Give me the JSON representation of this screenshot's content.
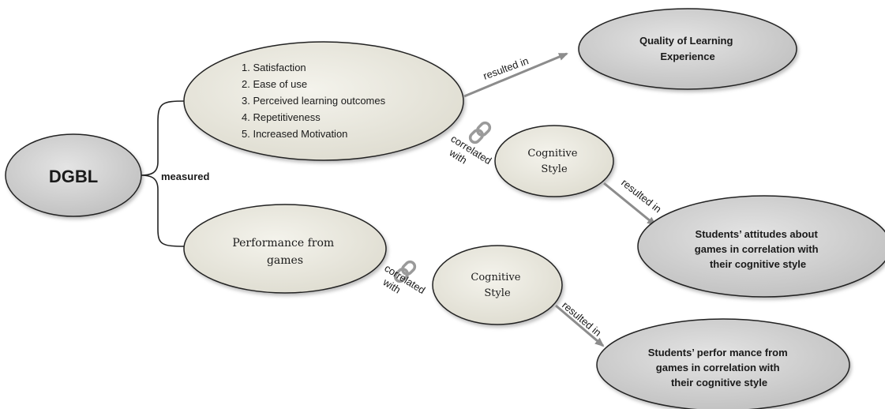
{
  "nodes": {
    "dgbl": {
      "label": "DGBL"
    },
    "measures": {
      "items": [
        "1. Satisfaction",
        "2. Ease of use",
        "3. Perceived learning outcomes",
        "4. Repetitiveness",
        "5. Increased Motivation"
      ]
    },
    "quality": {
      "line1": "Quality of Learning",
      "line2": "Experience"
    },
    "cognitive_top": {
      "line1": "Cognitive",
      "line2": "Style"
    },
    "attitudes": {
      "line1": "Students’ attitudes about",
      "line2": "games in correlation with",
      "line3": "their cognitive style"
    },
    "performance": {
      "line1": "Performance from",
      "line2": "games"
    },
    "cognitive_bottom": {
      "line1": "Cognitive",
      "line2": "Style"
    },
    "performance_result": {
      "line1": "Students’ perfor mance from",
      "line2": "games in correlation with",
      "line3": "their cognitive style"
    }
  },
  "edges": {
    "measured": "measured",
    "resulted_in_quality": "resulted in",
    "correlated_top": {
      "line1": "correlated",
      "line2": "with"
    },
    "resulted_in_attitudes": "resulted in",
    "correlated_bottom": {
      "line1": "correlated",
      "line2": "with"
    },
    "resulted_in_performance": "resulted in"
  },
  "icons": {
    "link": "chain-link-icon"
  },
  "colors": {
    "ellipse_light_fill": "#ecebe2",
    "ellipse_grey_fill": "#d6d6d6",
    "stroke": "#222222",
    "arrow": "#8c8c8c",
    "text": "#1a1a1a"
  }
}
